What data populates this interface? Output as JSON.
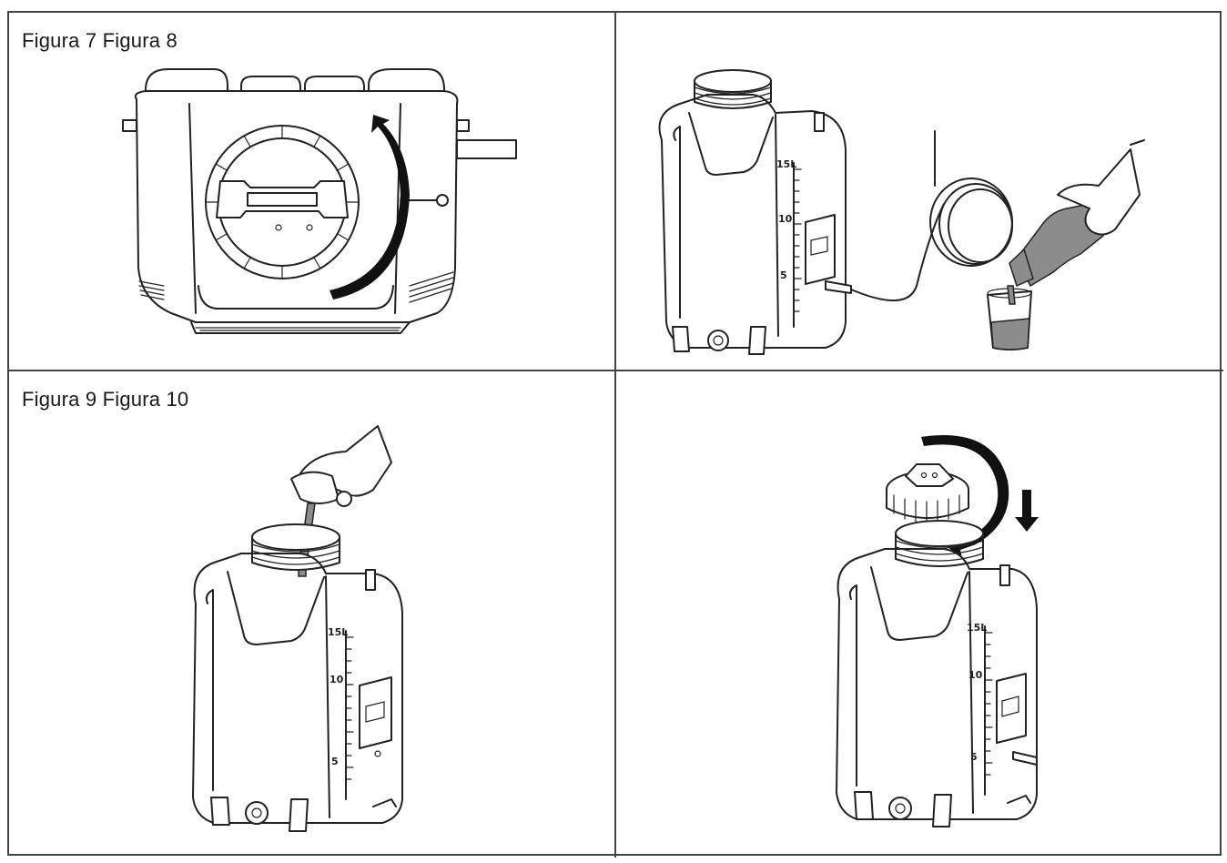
{
  "captions": {
    "top": "Figura 7 Figura 8",
    "bottom": "Figura 9 Figura 10"
  },
  "scale_marks": {
    "top": "15L",
    "middle": "10",
    "bottom": "5"
  },
  "icons": {
    "rotate_arrow": "curved-arrow-icon",
    "down_arrow": "down-arrow-icon"
  }
}
